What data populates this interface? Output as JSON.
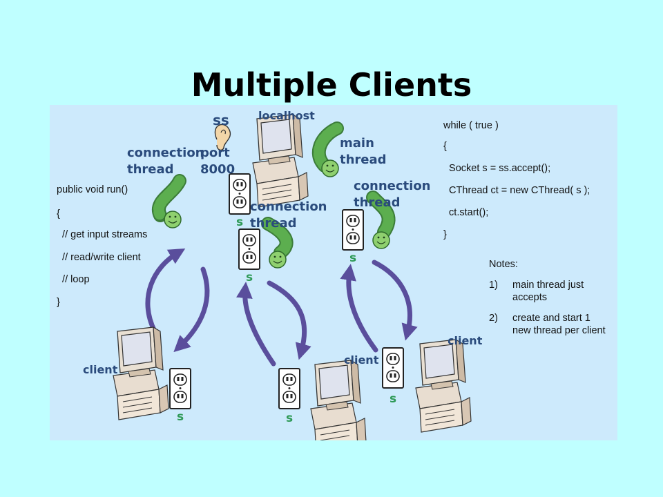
{
  "title": "Multiple Clients",
  "labels": {
    "ss": "ss",
    "localhost": "localhost",
    "port": "port\n8000",
    "main_thread": "main\nthread",
    "connection_thread": "connection\nthread",
    "client": "client",
    "socket": "s"
  },
  "run_code": [
    "public void run()",
    "{",
    "  // get input streams",
    "  // read/write client",
    "  // loop",
    "}"
  ],
  "server_code": [
    "while ( true )",
    "{",
    "  Socket s = ss.accept();",
    "  CThread ct = new CThread( s );",
    "  ct.start();",
    "}"
  ],
  "notes": {
    "heading": "Notes:",
    "items": [
      {
        "num": "1)",
        "text": "main thread just accepts"
      },
      {
        "num": "2)",
        "text": "create and start 1 new thread per client"
      }
    ]
  },
  "colors": {
    "background": "#bfffff",
    "panel": "#cdeafc",
    "label_blue": "#2a4b7c",
    "socket_green": "#2e9a57",
    "worm_green": "#5cae4f",
    "arrow_purple": "#5a4e9c"
  },
  "icons": [
    "computer-icon",
    "socket-outlet-icon",
    "worm-thread-icon",
    "ear-icon",
    "curved-arrow-icon"
  ]
}
